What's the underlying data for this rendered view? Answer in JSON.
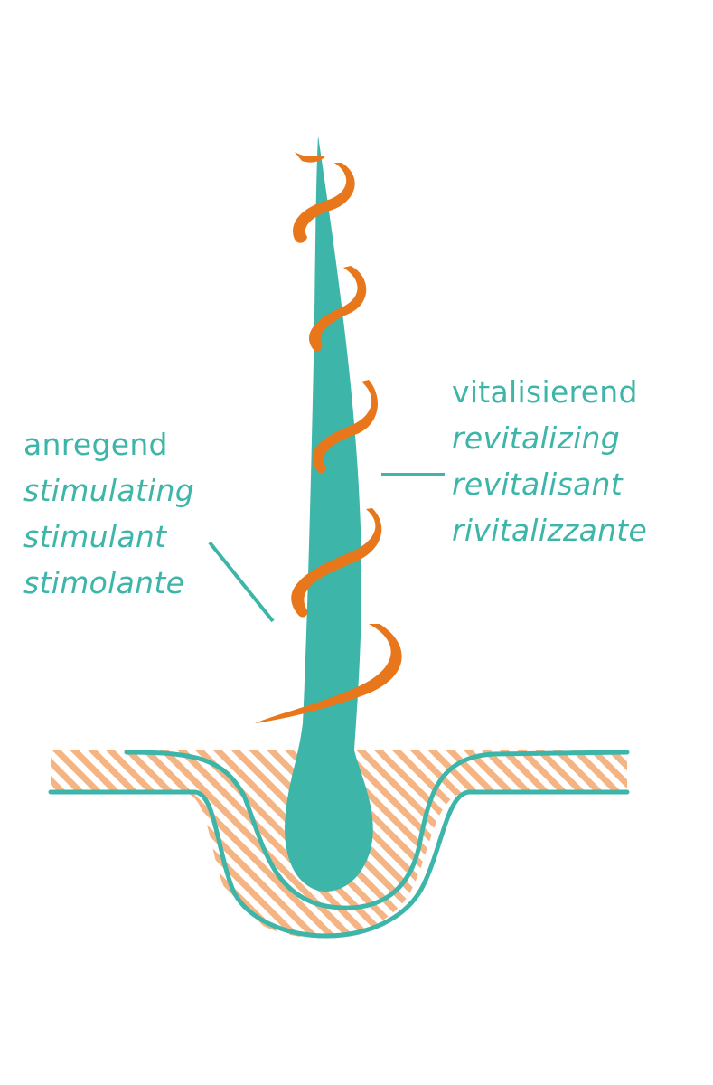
{
  "colors": {
    "teal": "#3db5a9",
    "orange": "#e8761a",
    "stripe_light": "#f4b483",
    "background": "#ffffff"
  },
  "left_label": {
    "main": "anregend",
    "translations": [
      "stimulating",
      "stimulant",
      "stimolante"
    ]
  },
  "right_label": {
    "main": "vitalisierend",
    "translations": [
      "revitalizing",
      "revitalisant",
      "rivitalizzante"
    ]
  },
  "icons": {
    "hair": "hair-strand-icon",
    "spiral": "orange-spiral-icon",
    "skin": "hatched-skin-layer-icon"
  }
}
